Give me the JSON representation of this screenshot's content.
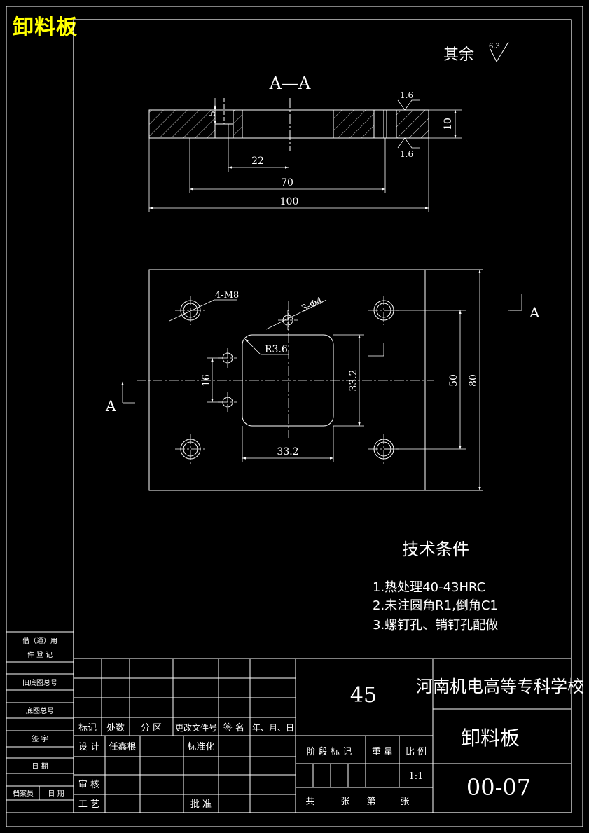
{
  "title": "卸料板",
  "roughness_other": {
    "label": "其余",
    "value": "6.3"
  },
  "section": {
    "label": "A—A",
    "dims": {
      "d5": "5",
      "d10": "10",
      "d22": "22",
      "d70": "70",
      "d100": "100"
    },
    "roughness_top": "1.6",
    "roughness_bottom": "1.6"
  },
  "plan": {
    "hole_m8": "4-M8",
    "hole_d4": "3-Φ4",
    "radius": "R3.6",
    "dims": {
      "d16": "16",
      "d33_2v": "33.2",
      "d33_2h": "33.2",
      "d50": "50",
      "d80": "80"
    },
    "cut_left": "A",
    "cut_right": "A"
  },
  "tech": {
    "title": "技术条件",
    "items": [
      "1.热处理40-43HRC",
      "2.未注圆角R1,倒角C1",
      "3.螺钉孔、销钉孔配做"
    ]
  },
  "left_strip": {
    "borrow": "借（通）用",
    "record": "件 登 记",
    "old_base": "旧底图总号",
    "base": "底图总号",
    "sign": "签 字",
    "date": "日 期",
    "archivist": "档案员",
    "archivist_date": "日 期"
  },
  "titleblock": {
    "material": "45",
    "school": "河南机电高等专科学校",
    "part_name": "卸料板",
    "drawing_no": "00-07",
    "mark": "标记",
    "count": "处数",
    "zone": "分 区",
    "change_doc": "更改文件号",
    "sign_name": "签 名",
    "ymd": "年、月、日",
    "design": "设 计",
    "designer": "任鑫根",
    "standard": "标准化",
    "stage": "阶 段 标 记",
    "weight": "重 量",
    "scale_label": "比 例",
    "scale": "1:1",
    "check": "审 核",
    "process": "工 艺",
    "approve": "批 准",
    "total": "共",
    "sheets": "张",
    "sheet_no": "第",
    "sheet": "张"
  }
}
